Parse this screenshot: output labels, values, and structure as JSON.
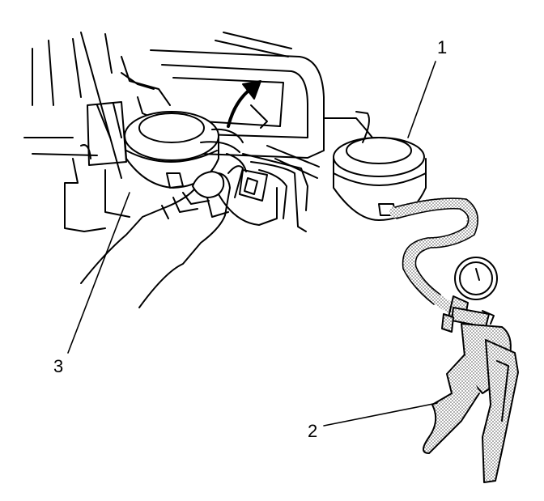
{
  "callouts": [
    {
      "id": "1",
      "label": "1"
    },
    {
      "id": "2",
      "label": "2"
    },
    {
      "id": "3",
      "label": "3"
    }
  ],
  "colors": {
    "line": "#000000",
    "background": "#ffffff",
    "stipple": "#9a9a9a"
  },
  "icons": [
    "up-arrow-icon"
  ]
}
